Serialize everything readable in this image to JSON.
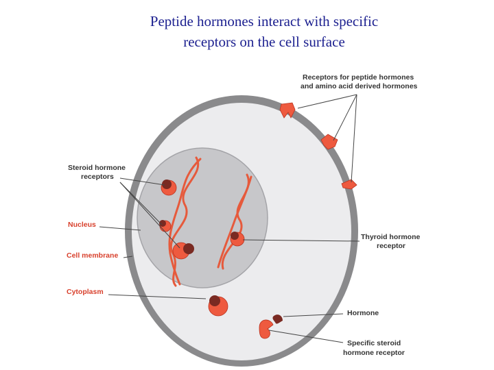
{
  "title": {
    "line1": "Peptide hormones interact with specific",
    "line2": "receptors on the cell surface"
  },
  "labels": {
    "peptide_receptors_line1": "Receptors for peptide hormones",
    "peptide_receptors_line2": "and amino acid derived hormones",
    "steroid_receptors_line1": "Steroid hormone",
    "steroid_receptors_line2": "receptors",
    "nucleus": "Nucleus",
    "cell_membrane": "Cell membrane",
    "cytoplasm": "Cytoplasm",
    "thyroid_line1": "Thyroid hormone",
    "thyroid_line2": "receptor",
    "hormone": "Hormone",
    "specific_line1": "Specific steroid",
    "specific_line2": "hormone receptor"
  },
  "colors": {
    "title_text": "#1b1f8f",
    "label_dark": "#333333",
    "label_red": "#d8402c",
    "receptor": "#ee5a3f",
    "hormone": "#7a2a22",
    "membrane": "#8a8a8c",
    "cytoplasm": "#ececee",
    "nucleus": "#c7c7ca"
  }
}
